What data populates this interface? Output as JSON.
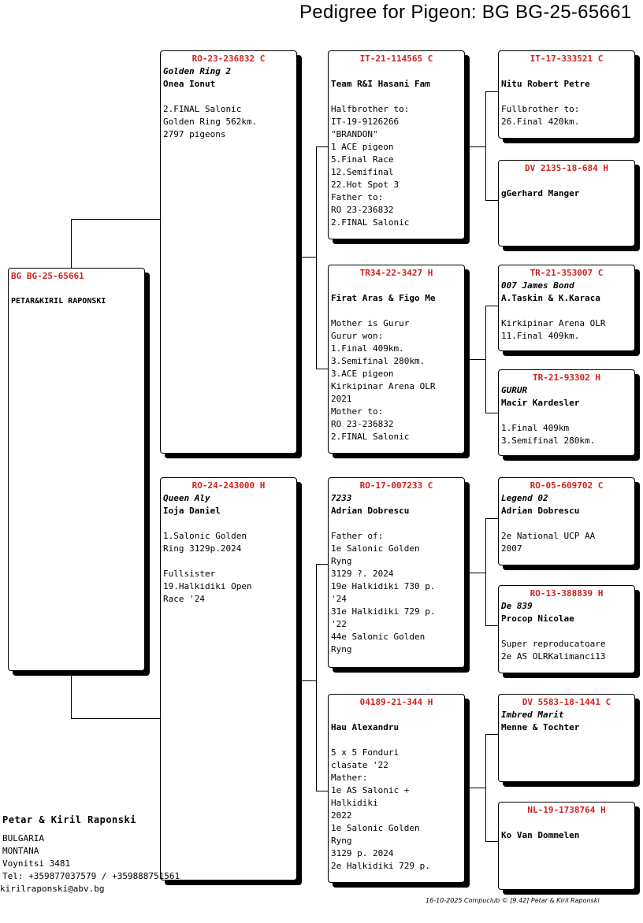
{
  "title": "Pedigree for Pigeon: BG  BG-25-65661",
  "subject": {
    "ring": "BG  BG-25-65661",
    "name": "",
    "owner": "PETAR&KIRIL RAPONSKI",
    "notes": ""
  },
  "sire": {
    "ring": "RO-23-236832 C",
    "name": "Golden Ring 2",
    "owner": "Onea Ionut",
    "notes": "2.FINAL Salonic\nGolden Ring 562km.\n2797 pigeons"
  },
  "dam": {
    "ring": "RO-24-243000 H",
    "name": "Queen Aly",
    "owner": "Ioja Daniel",
    "notes": "1.Salonic Golden\nRing 3129p.2024\n\nFullsister\n19.Halkidiki Open\nRace '24"
  },
  "sire_sire": {
    "ring": "IT-21-114565 C",
    "name": "",
    "owner": "Team R&I Hasani Fam",
    "notes": "Halfbrother to:\nIT-19-9126266\n\"BRANDON\"\n1 ACE pigeon\n5.Final Race\n12.Semifinal\n22.Hot Spot 3\nFather to:\nRO 23-236832\n2.FINAL Salonic"
  },
  "sire_dam": {
    "ring": "TR34-22-3427 H",
    "name": "",
    "owner": "Firat Aras & Figo Me",
    "notes": "Mother is Gurur\nGurur won:\n1.Final 409km.\n3.Semifinal 280km.\n3.ACE pigeon\nKirkipinar Arena OLR\n2021\nMother to:\nRO 23-236832\n2.FINAL Salonic"
  },
  "dam_sire": {
    "ring": "RO-17-007233 C",
    "name": "7233",
    "owner": "Adrian Dobrescu",
    "notes": "Father of:\n1e Salonic Golden\nRyng\n3129 ?. 2024\n19e Halkidiki 730 p.\n'24\n31e Halkidiki 729 p.\n'22\n44e Salonic Golden\nRyng"
  },
  "dam_dam": {
    "ring": "04189-21-344 H",
    "name": "",
    "owner": "Hau Alexandru",
    "notes": "5 x 5 Fonduri\nclasate '22\nMather:\n1e AS Salonic +\nHalkidiki\n2022\n1e Salonic Golden\nRyng\n3129 p. 2024\n2e Halkidiki 729 p."
  },
  "ss_sire": {
    "ring": "IT-17-333521 C",
    "name": "",
    "owner": "Nitu Robert Petre",
    "notes": "Fullbrother to:\n26.Final 420km."
  },
  "ss_dam": {
    "ring": "DV  2135-18-684 H",
    "name": "",
    "owner": "gGerhard Manger",
    "notes": ""
  },
  "sd_sire": {
    "ring": "TR-21-353007 C",
    "name": "007 James Bond",
    "owner": "A.Taskin & K.Karaca",
    "notes": "Kirkipinar Arena OLR\n11.Final 409km."
  },
  "sd_dam": {
    "ring": "TR-21-93302 H",
    "name": "GURUR",
    "owner": "Macir Kardesler",
    "notes": "1.Final 409km\n3.Semifinal 280km."
  },
  "ds_sire": {
    "ring": "RO-05-609702 C",
    "name": "Legend 02",
    "owner": "Adrian Dobrescu",
    "notes": "2e National UCP AA\n2007"
  },
  "ds_dam": {
    "ring": "RO-13-388839 H",
    "name": "De 839",
    "owner": "Procop Nicolae",
    "notes": "Super reproducatoare\n2e AS OLRKalimanci13"
  },
  "dd_sire": {
    "ring": "DV  5583-18-1441 C",
    "name": "Imbred Marit",
    "owner": "Menne & Tochter",
    "notes": ""
  },
  "dd_dam": {
    "ring": "NL-19-1738764 H",
    "name": "",
    "owner": "Ko Van Dommelen",
    "notes": ""
  },
  "footer": {
    "breeder": "Petar & Kiril Raponski",
    "country": "BULGARIA",
    "region": "MONTANA",
    "town": "Voynitsi 3481",
    "tel": "Tel: +359877037579 / +359888751561",
    "email": "kirilraponski@abv.bg"
  },
  "stamp": "16-10-2025   Compuclub © [9.42]  Petar & Kiril Raponski"
}
